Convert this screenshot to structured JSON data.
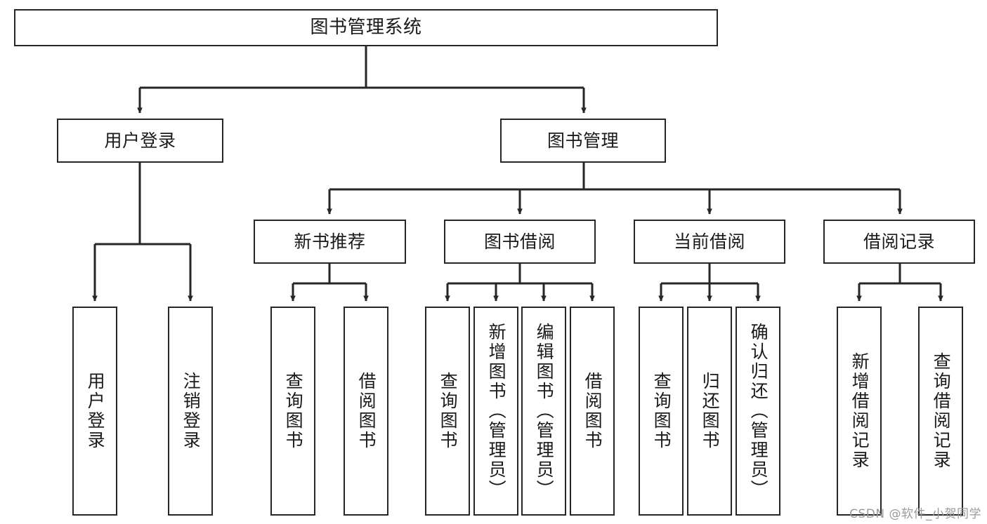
{
  "diagram": {
    "title": "图书管理系统",
    "watermark": "CSDN @软件_小贺同学",
    "line_color": "#262626",
    "box_fill": "#ffffff",
    "text_color": "#1a1a1a"
  },
  "nodes": {
    "root": {
      "label": "图书管理系统"
    },
    "level2": [
      {
        "label": "用户登录"
      },
      {
        "label": "图书管理"
      }
    ],
    "level3": [
      {
        "label": "新书推荐"
      },
      {
        "label": "图书借阅"
      },
      {
        "label": "当前借阅"
      },
      {
        "label": "借阅记录"
      }
    ],
    "leaves": {
      "user_login": [
        {
          "label": "用户登录"
        },
        {
          "label": "注销登录"
        }
      ],
      "new_book": [
        {
          "label": "查询图书"
        },
        {
          "label": "借阅图书"
        }
      ],
      "book_borrow": [
        {
          "label": "查询图书"
        },
        {
          "label": "新增图书（管理员）"
        },
        {
          "label": "编辑图书（管理员）"
        },
        {
          "label": "借阅图书"
        }
      ],
      "current_borrow": [
        {
          "label": "查询图书"
        },
        {
          "label": "归还图书"
        },
        {
          "label": "确认归还（管理员）"
        }
      ],
      "borrow_record": [
        {
          "label": "新增借阅记录"
        },
        {
          "label": "查询借阅记录"
        }
      ]
    }
  }
}
